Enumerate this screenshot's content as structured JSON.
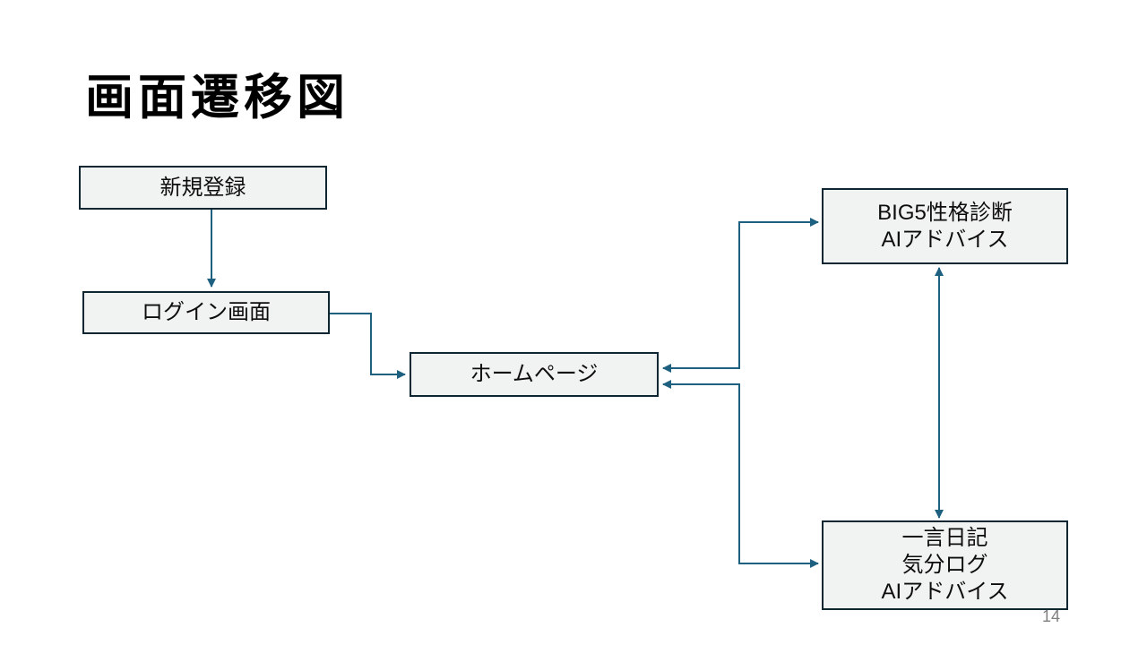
{
  "slide": {
    "title": "画面遷移図",
    "page_number": "14",
    "colors": {
      "background": "#ffffff",
      "title_text": "#000000",
      "box_fill": "#f1f2f2",
      "box_border": "#0e2632",
      "box_text": "#0d0d0d",
      "connector": "#1e6080",
      "page_number": "#7f7f7f"
    },
    "diagram": {
      "nodes": [
        {
          "id": "signup",
          "label": "新規登録"
        },
        {
          "id": "login",
          "label": "ログイン画面"
        },
        {
          "id": "home",
          "label": "ホームページ"
        },
        {
          "id": "big5",
          "label": "BIG5性格診断\nAIアドバイス"
        },
        {
          "id": "diary",
          "label": "一言日記\n気分ログ\nAIアドバイス"
        }
      ],
      "edges": [
        {
          "from": "signup",
          "to": "login",
          "direction": "one-way"
        },
        {
          "from": "login",
          "to": "home",
          "direction": "one-way"
        },
        {
          "from": "home",
          "to": "big5",
          "direction": "two-way"
        },
        {
          "from": "home",
          "to": "diary",
          "direction": "two-way"
        },
        {
          "from": "big5",
          "to": "diary",
          "direction": "two-way"
        }
      ]
    }
  }
}
